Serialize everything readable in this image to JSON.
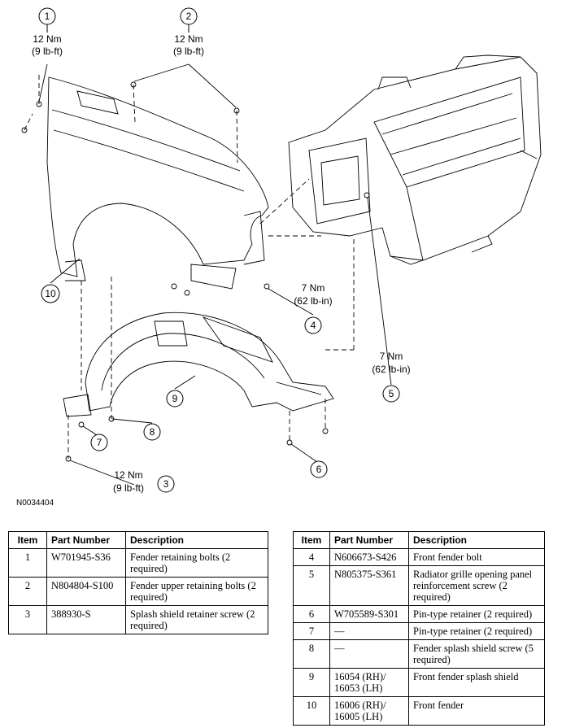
{
  "figure_id": "N0034404",
  "callouts": [
    {
      "num": "1",
      "torque_nm": "12 Nm",
      "torque_imp": "(9 lb-ft)"
    },
    {
      "num": "2",
      "torque_nm": "12 Nm",
      "torque_imp": "(9 lb-ft)"
    },
    {
      "num": "3",
      "torque_nm": "12 Nm",
      "torque_imp": "(9 lb-ft)"
    },
    {
      "num": "4",
      "torque_nm": "7 Nm",
      "torque_imp": "(62 lb-in)"
    },
    {
      "num": "5",
      "torque_nm": "7 Nm",
      "torque_imp": "(62 lb-in)"
    },
    {
      "num": "6"
    },
    {
      "num": "7"
    },
    {
      "num": "8"
    },
    {
      "num": "9"
    },
    {
      "num": "10"
    }
  ],
  "table_headers": {
    "item": "Item",
    "part_number": "Part Number",
    "description": "Description"
  },
  "table_left": [
    {
      "item": "1",
      "part": "W701945-S36",
      "desc": "Fender retaining bolts (2 required)"
    },
    {
      "item": "2",
      "part": "N804804-S100",
      "desc": "Fender upper retaining bolts (2 required)"
    },
    {
      "item": "3",
      "part": "388930-S",
      "desc": "Splash shield retainer screw (2 required)"
    }
  ],
  "table_right": [
    {
      "item": "4",
      "part": "N606673-S426",
      "desc": "Front fender bolt"
    },
    {
      "item": "5",
      "part": "N805375-S361",
      "desc": "Radiator grille opening panel reinforcement screw (2 required)"
    },
    {
      "item": "6",
      "part": "W705589-S301",
      "desc": "Pin-type retainer (2 required)"
    },
    {
      "item": "7",
      "part": "—",
      "desc": "Pin-type retainer (2 required)"
    },
    {
      "item": "8",
      "part": "—",
      "desc": "Fender splash shield screw (5 required)"
    },
    {
      "item": "9",
      "part": "16054 (RH)/ 16053 (LH)",
      "desc": "Front fender splash shield"
    },
    {
      "item": "10",
      "part": "16006 (RH)/ 16005 (LH)",
      "desc": "Front fender"
    }
  ]
}
